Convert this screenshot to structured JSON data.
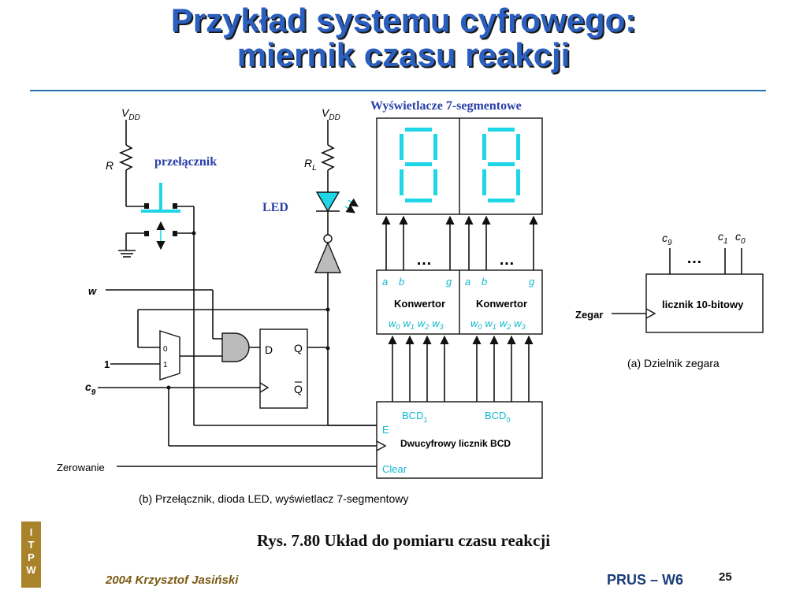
{
  "slide": {
    "title_line1": "Przykład systemu cyfrowego:",
    "title_line2": "miernik czasu reakcji",
    "caption": "Rys. 7.80 Układ do pomiaru czasu reakcji",
    "author": "2004 Krzysztof Jasiński",
    "course": "PRUS – W6",
    "page_number": "25",
    "logo_letters": [
      "I",
      "T",
      "P",
      "W"
    ]
  },
  "diagram": {
    "display_label": "Wyświetlacze 7-segmentowe",
    "switch_label": "przełącznik",
    "led_label": "LED",
    "vdd1": "V",
    "vdd1_sub": "DD",
    "vdd2": "V",
    "vdd2_sub": "DD",
    "r_label": "R",
    "rl_label": "R",
    "rl_sub": "L",
    "w_input": "w",
    "one_input": "1",
    "c9_input": "c",
    "c9_sub": "9",
    "zerowanie": "Zerowanie",
    "mux_0": "0",
    "mux_1": "1",
    "ff_d": "D",
    "ff_q": "Q",
    "ff_qbar": "Q",
    "dots": "…",
    "conv1": {
      "a": "a",
      "b": "b",
      "g": "g",
      "name": "Konwertor",
      "w0": "w",
      "w1": "w",
      "w2": "w",
      "w3": "w",
      "s0": "0",
      "s1": "1",
      "s2": "2",
      "s3": "3"
    },
    "conv2": {
      "a": "a",
      "b": "b",
      "g": "g",
      "name": "Konwertor",
      "w0": "w",
      "w1": "w",
      "w2": "w",
      "w3": "w",
      "s0": "0",
      "s1": "1",
      "s2": "2",
      "s3": "3"
    },
    "bcd1": "BCD",
    "bcd1_sub": "1",
    "bcd0": "BCD",
    "bcd0_sub": "0",
    "bcd_e": "E",
    "bcd_name": "Dwucyfrowy licznik BCD",
    "bcd_clear": "Clear",
    "caption_b": "(b) Przełącznik, dioda LED, wyświetlacz 7-segmentowy",
    "counter_c9": "c",
    "counter_c9_sub": "9",
    "counter_c1": "c",
    "counter_c1_sub": "1",
    "counter_c0": "c",
    "counter_c0_sub": "0",
    "counter_name": "licznik 10-bitowy",
    "zegar": "Zegar",
    "caption_a": "(a) Dzielnik zegara"
  },
  "colors": {
    "title": "#2a5fbf",
    "accent_cyan": "#1fd6e6",
    "label_blue": "#2a3fa8",
    "wire": "#111111",
    "logo": "#a9832a"
  }
}
